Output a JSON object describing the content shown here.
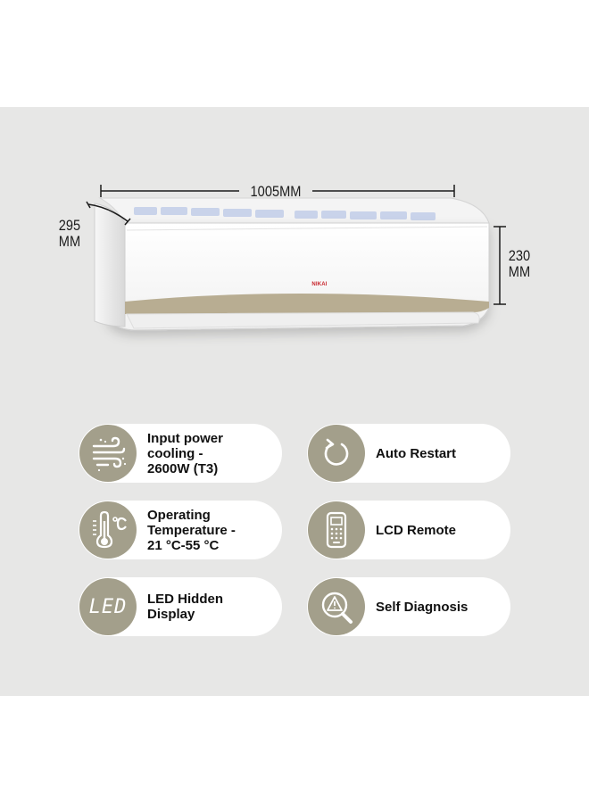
{
  "product": {
    "brand": "NIKAI",
    "width_label": "1005MM",
    "depth_label_top": "295",
    "depth_label_bottom": "MM",
    "height_label_top": "230",
    "height_label_bottom": "MM"
  },
  "colors": {
    "badge": "#a39f8b",
    "panel_bg": "#e7e7e6",
    "brand_red": "#c8242b",
    "gold_stripe": "#b8ad92"
  },
  "features": [
    {
      "icon": "airflow-icon",
      "label": "Input power\ncooling -\n2600W (T3)"
    },
    {
      "icon": "restart-icon",
      "label": "Auto Restart"
    },
    {
      "icon": "thermometer-icon",
      "label": "Operating\nTemperature -\n21 °C-55 °C"
    },
    {
      "icon": "remote-icon",
      "label": "LCD Remote"
    },
    {
      "icon": "led-icon",
      "label": "LED Hidden\nDisplay",
      "icon_text": "LED"
    },
    {
      "icon": "diagnosis-icon",
      "label": "Self Diagnosis"
    }
  ]
}
